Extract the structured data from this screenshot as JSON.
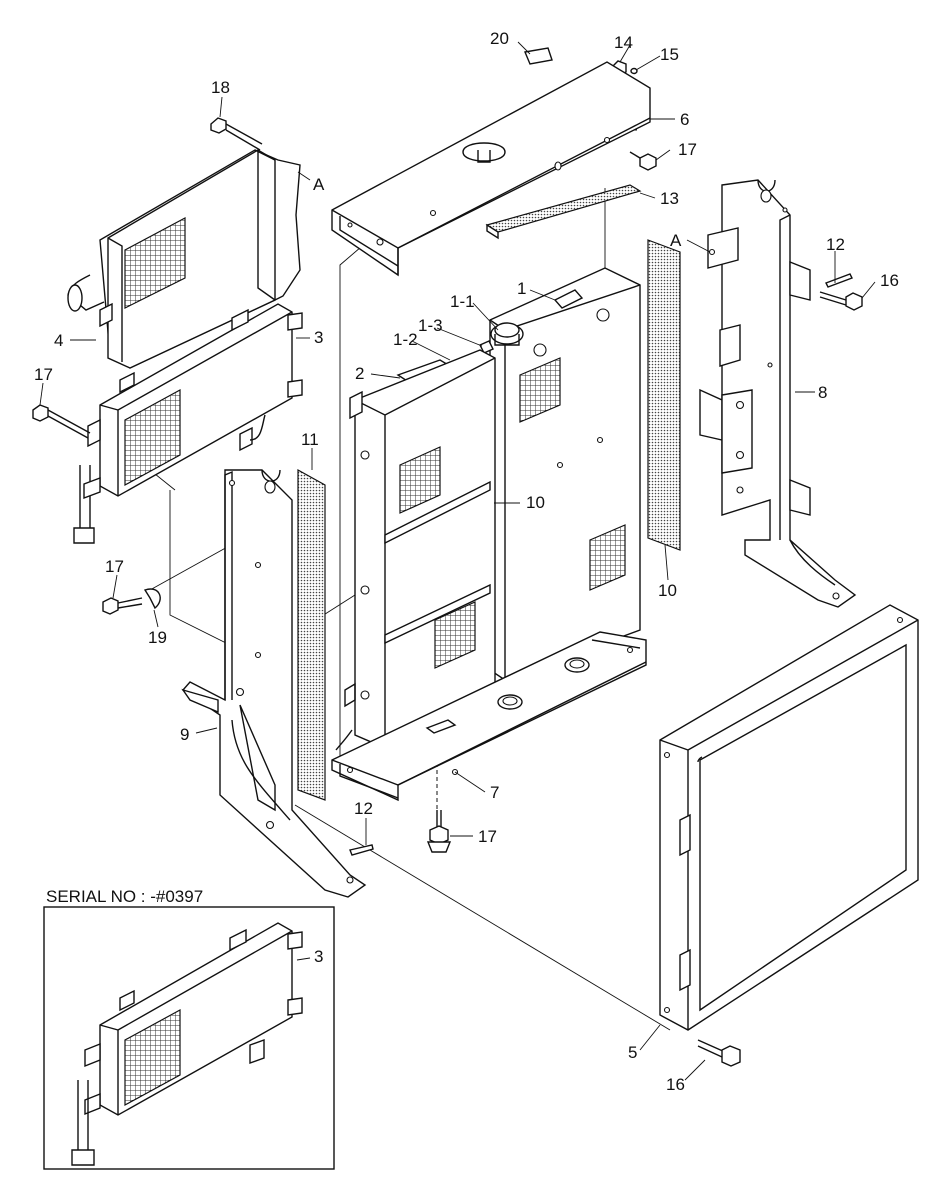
{
  "callouts": [
    {
      "id": "c-20",
      "text": "20"
    },
    {
      "id": "c-14",
      "text": "14"
    },
    {
      "id": "c-15",
      "text": "15"
    },
    {
      "id": "c-6",
      "text": "6"
    },
    {
      "id": "c-17a",
      "text": "17"
    },
    {
      "id": "c-18",
      "text": "18"
    },
    {
      "id": "c-A1",
      "text": "A"
    },
    {
      "id": "c-13",
      "text": "13"
    },
    {
      "id": "c-A2",
      "text": "A"
    },
    {
      "id": "c-12a",
      "text": "12"
    },
    {
      "id": "c-16a",
      "text": "16"
    },
    {
      "id": "c-1",
      "text": "1"
    },
    {
      "id": "c-1-1",
      "text": "1-1"
    },
    {
      "id": "c-1-3",
      "text": "1-3"
    },
    {
      "id": "c-1-2",
      "text": "1-2"
    },
    {
      "id": "c-4",
      "text": "4"
    },
    {
      "id": "c-3a",
      "text": "3"
    },
    {
      "id": "c-17b",
      "text": "17"
    },
    {
      "id": "c-2",
      "text": "2"
    },
    {
      "id": "c-8",
      "text": "8"
    },
    {
      "id": "c-11",
      "text": "11"
    },
    {
      "id": "c-10a",
      "text": "10"
    },
    {
      "id": "c-10b",
      "text": "10"
    },
    {
      "id": "c-17c",
      "text": "17"
    },
    {
      "id": "c-19",
      "text": "19"
    },
    {
      "id": "c-9",
      "text": "9"
    },
    {
      "id": "c-7",
      "text": "7"
    },
    {
      "id": "c-12b",
      "text": "12"
    },
    {
      "id": "c-17d",
      "text": "17"
    },
    {
      "id": "c-3b",
      "text": "3"
    },
    {
      "id": "c-5",
      "text": "5"
    },
    {
      "id": "c-16b",
      "text": "16"
    }
  ],
  "inset": {
    "title": "SERIAL NO : -#0397"
  }
}
